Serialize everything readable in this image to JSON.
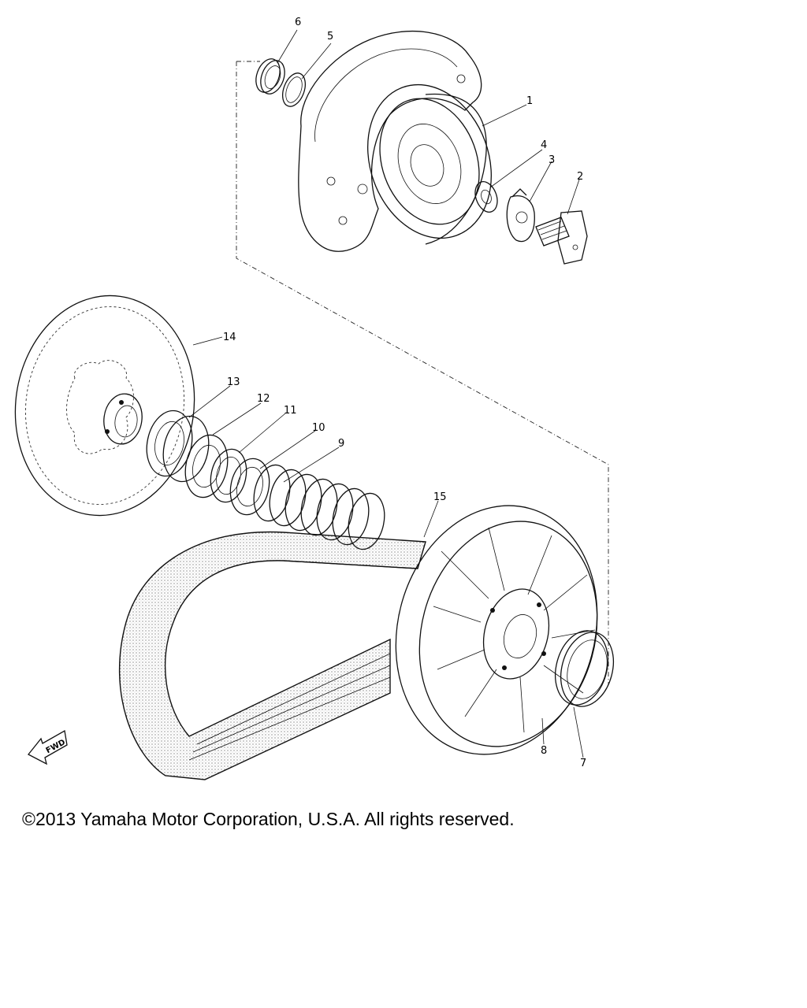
{
  "callouts": [
    "1",
    "2",
    "3",
    "4",
    "5",
    "6",
    "7",
    "8",
    "9",
    "10",
    "11",
    "12",
    "13",
    "14",
    "15"
  ],
  "fwd_label": "FWD",
  "copyright": "©2013 Yamaha Motor Corporation, U.S.A. All rights reserved."
}
